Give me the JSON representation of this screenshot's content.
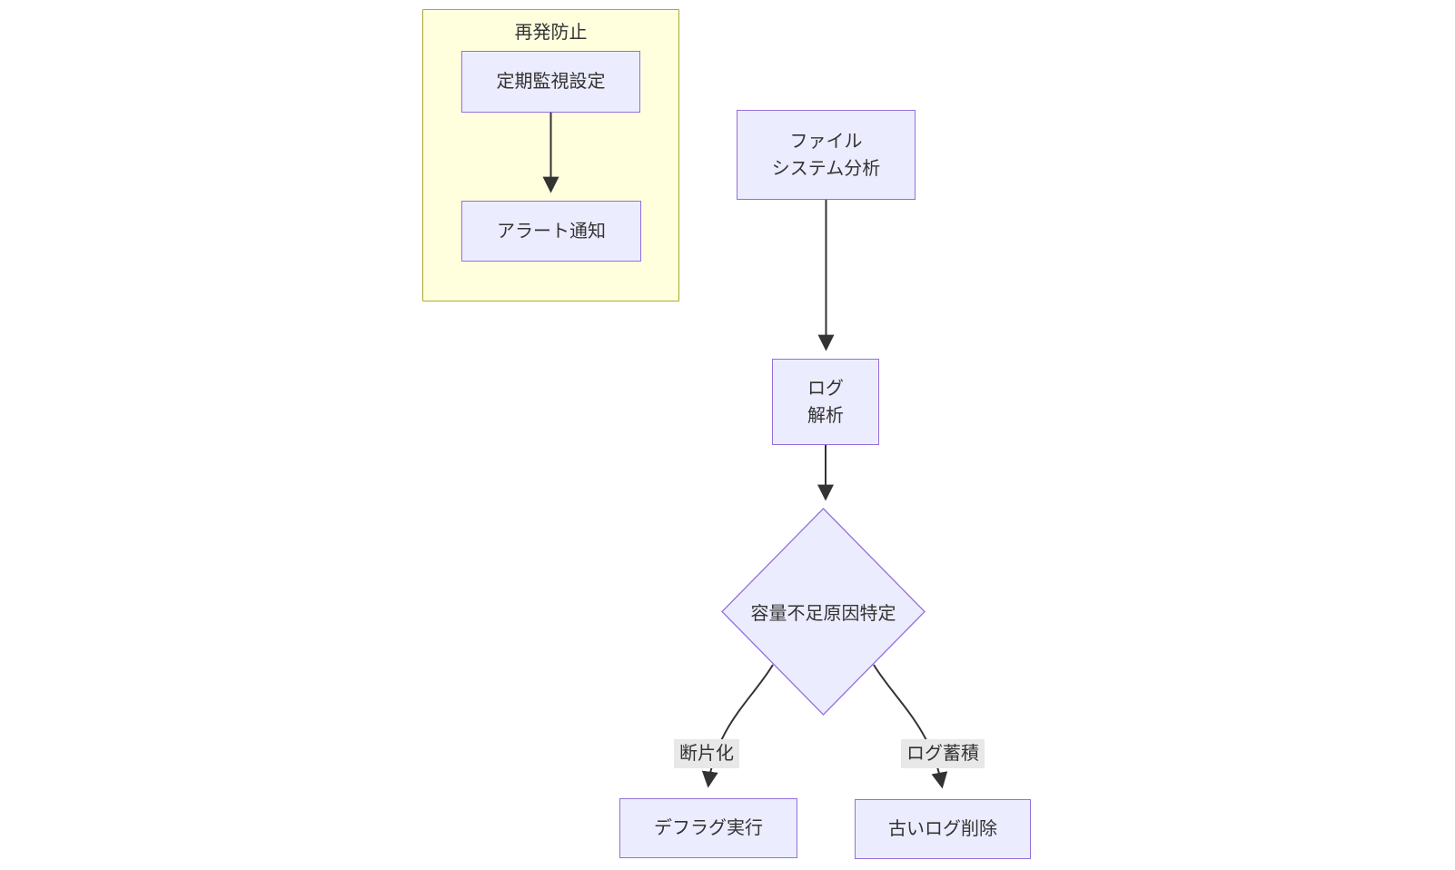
{
  "diagram": {
    "type": "flowchart",
    "cluster": {
      "title": "再発防止"
    },
    "nodes": {
      "periodic_monitoring": {
        "label": "定期監視設定"
      },
      "alert_notification": {
        "label": "アラート通知"
      },
      "filesystem_analysis": {
        "label": "ファイル\nシステム分析"
      },
      "log_analysis": {
        "label": "ログ\n解析"
      },
      "capacity_decision": {
        "label": "容量不足原因特定"
      },
      "run_defrag": {
        "label": "デフラグ実行"
      },
      "delete_old_logs": {
        "label": "古いログ削除"
      }
    },
    "edges": {
      "fragmentation_label": "断片化",
      "log_accumulation_label": "ログ蓄積"
    },
    "colors": {
      "node_fill": "#ECECFF",
      "node_border": "#9370DB",
      "cluster_fill": "#FFFFDE",
      "cluster_border": "#AAAA33",
      "edge_stroke": "#333333",
      "edge_label_bg": "#E8E8E8",
      "text": "#333333"
    }
  }
}
